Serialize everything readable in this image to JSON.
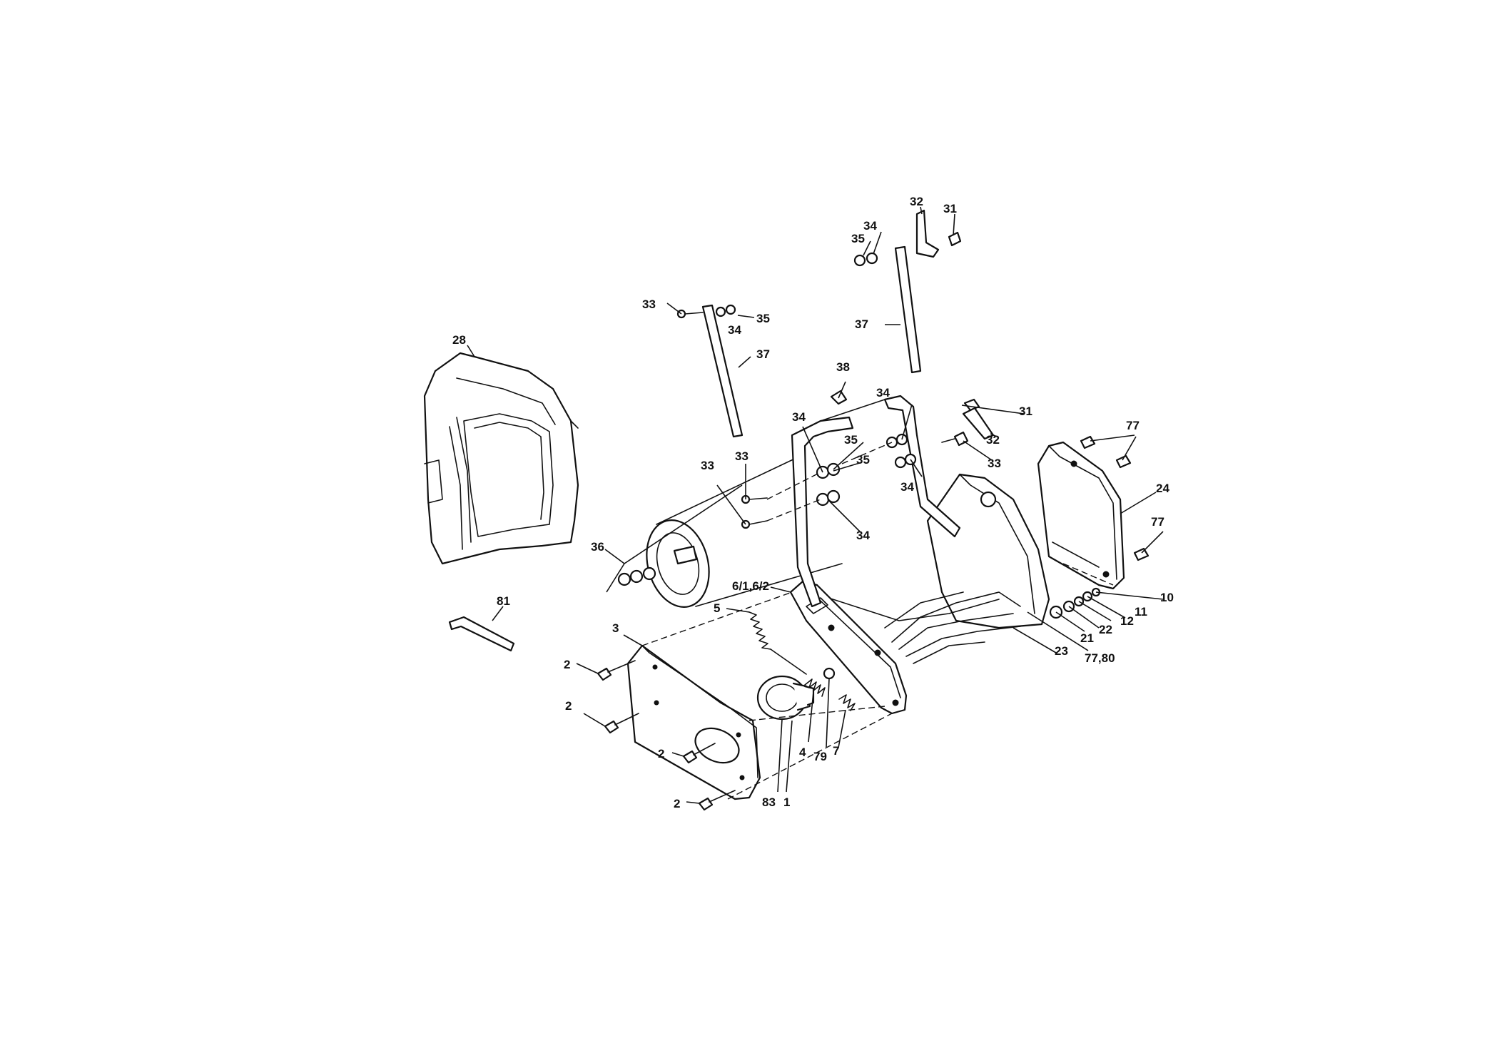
{
  "callouts": [
    {
      "id": "c-28",
      "label": "28"
    },
    {
      "id": "c-81",
      "label": "81"
    },
    {
      "id": "c-3",
      "label": "3"
    },
    {
      "id": "c-2a",
      "label": "2"
    },
    {
      "id": "c-2b",
      "label": "2"
    },
    {
      "id": "c-2c",
      "label": "2"
    },
    {
      "id": "c-2d",
      "label": "2"
    },
    {
      "id": "c-36",
      "label": "36"
    },
    {
      "id": "c-5",
      "label": "5"
    },
    {
      "id": "c-6",
      "label": "6/1,6/2"
    },
    {
      "id": "c-83",
      "label": "83"
    },
    {
      "id": "c-1",
      "label": "1"
    },
    {
      "id": "c-4",
      "label": "4"
    },
    {
      "id": "c-79",
      "label": "79"
    },
    {
      "id": "c-7",
      "label": "7"
    },
    {
      "id": "c-33a",
      "label": "33"
    },
    {
      "id": "c-34a",
      "label": "34"
    },
    {
      "id": "c-35a",
      "label": "35"
    },
    {
      "id": "c-37a",
      "label": "37"
    },
    {
      "id": "c-33b",
      "label": "33"
    },
    {
      "id": "c-33c",
      "label": "33"
    },
    {
      "id": "c-38",
      "label": "38"
    },
    {
      "id": "c-34b",
      "label": "34"
    },
    {
      "id": "c-35b",
      "label": "35"
    },
    {
      "id": "c-35c",
      "label": "35"
    },
    {
      "id": "c-34c",
      "label": "34"
    },
    {
      "id": "c-34d",
      "label": "34"
    },
    {
      "id": "c-34e",
      "label": "34"
    },
    {
      "id": "c-32a",
      "label": "32"
    },
    {
      "id": "c-31a",
      "label": "31"
    },
    {
      "id": "c-35d",
      "label": "35"
    },
    {
      "id": "c-34f",
      "label": "34"
    },
    {
      "id": "c-37b",
      "label": "37"
    },
    {
      "id": "c-31b",
      "label": "31"
    },
    {
      "id": "c-32b",
      "label": "32"
    },
    {
      "id": "c-33d",
      "label": "33"
    },
    {
      "id": "c-77a",
      "label": "77"
    },
    {
      "id": "c-24",
      "label": "24"
    },
    {
      "id": "c-77b",
      "label": "77"
    },
    {
      "id": "c-10",
      "label": "10"
    },
    {
      "id": "c-11",
      "label": "11"
    },
    {
      "id": "c-12",
      "label": "12"
    },
    {
      "id": "c-22",
      "label": "22"
    },
    {
      "id": "c-21",
      "label": "21"
    },
    {
      "id": "c-23",
      "label": "23"
    },
    {
      "id": "c-7780",
      "label": "77,80"
    }
  ]
}
